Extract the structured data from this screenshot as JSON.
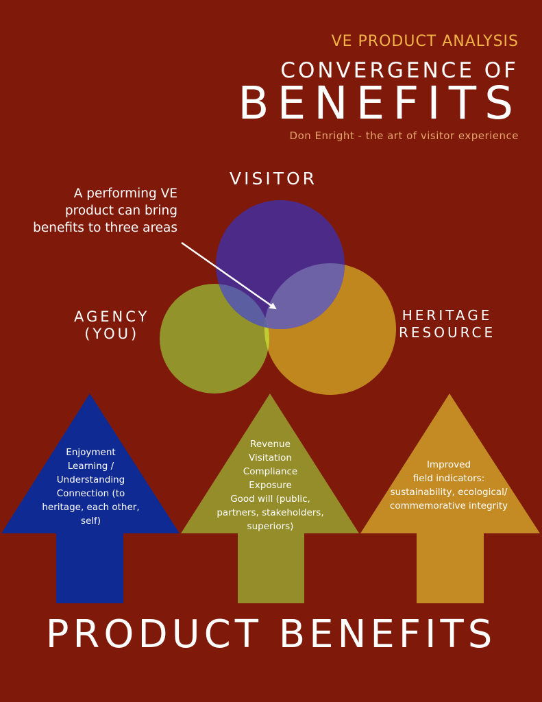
{
  "header": {
    "kicker": "VE PRODUCT ANALYSIS",
    "title_line1": "CONVERGENCE OF",
    "title_line2": "BENEFITS",
    "byline": "Don Enright - the art of visitor experience"
  },
  "colors": {
    "background": "#7f1a0a",
    "kicker": "#f2b347",
    "visitor_circle": "#4a2c8f",
    "agency_circle": "#959a2e",
    "heritage_circle": "#c99421",
    "arrow_agency": "#0f2a93",
    "arrow_visitor": "#948d2a",
    "arrow_heritage": "#c48b25"
  },
  "venn": {
    "visitor_label": "VISITOR",
    "agency_label_line1": "AGENCY",
    "agency_label_line2": "(YOU)",
    "heritage_label_line1": "HERITAGE",
    "heritage_label_line2": "RESOURCE"
  },
  "callout": {
    "line1": "A performing VE",
    "line2": "product can bring",
    "line3": "benefits to three areas"
  },
  "arrows": [
    {
      "lines": [
        "Enjoyment",
        "Learning /",
        "Understanding",
        "Connection (to",
        "heritage, each other,",
        "self)"
      ]
    },
    {
      "lines": [
        "Revenue",
        "Visitation",
        "Compliance",
        "Exposure",
        "Good will (public,",
        "partners, stakeholders,",
        "superiors)"
      ]
    },
    {
      "lines": [
        "Improved",
        "field indicators:",
        "sustainability, ecological/",
        "commemorative integrity"
      ]
    }
  ],
  "footer": "PRODUCT BENEFITS"
}
